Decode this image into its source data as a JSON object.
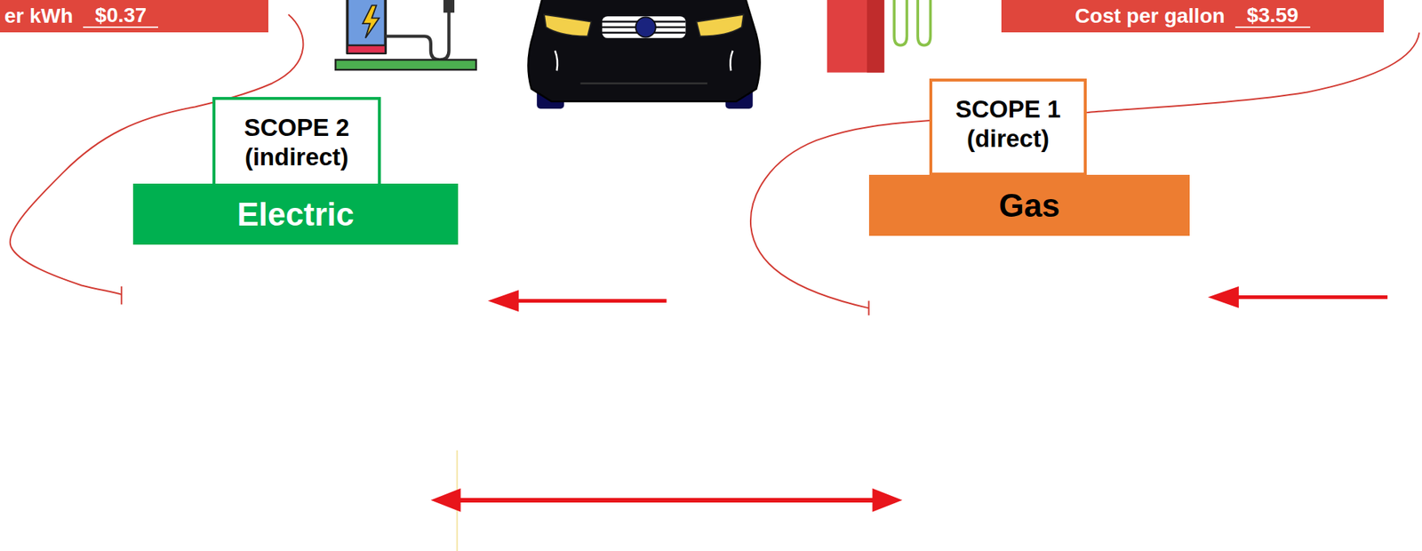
{
  "diagram": {
    "nodes": [
      {
        "text": [
          "er kWh",
          "$0.37"
        ]
      },
      {
        "text": [
          "Cost per gallon",
          "$3.59"
        ]
      },
      {
        "text": [
          "SCOPE 2 (indirect)"
        ]
      },
      {
        "text": [
          "Electric"
        ]
      },
      {
        "text": [
          "SCOPE 1 (direct)"
        ]
      },
      {
        "text": [
          "Gas"
        ]
      }
    ]
  }
}
